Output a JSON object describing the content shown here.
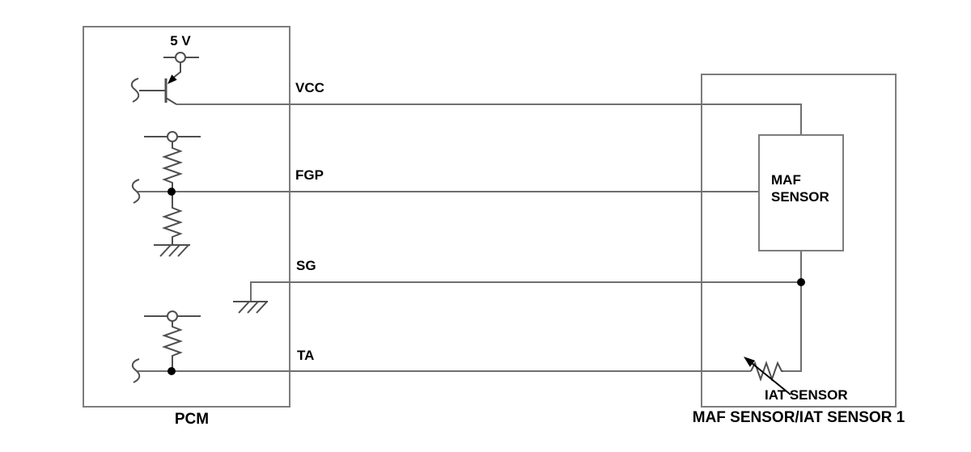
{
  "colors": {
    "background": "#ffffff",
    "box_stroke": "#7d7d7d",
    "wire": "#6f6f6f",
    "symbol": "#4f4f4f",
    "text": "#000000",
    "junction": "#000000"
  },
  "pcm": {
    "label": "PCM"
  },
  "sensor_module": {
    "label": "MAF SENSOR/IAT SENSOR 1"
  },
  "maf_sensor": {
    "line1": "MAF",
    "line2": "SENSOR"
  },
  "iat_sensor": {
    "label": "IAT SENSOR"
  },
  "power": {
    "label": "5 V"
  },
  "wires": {
    "vcc": {
      "label": "VCC"
    },
    "fgp": {
      "label": "FGP"
    },
    "sg": {
      "label": "SG"
    },
    "ta": {
      "label": "TA"
    }
  },
  "components": [
    {
      "name": "power-terminal",
      "type": "supply terminal 5 V"
    },
    {
      "name": "transistor",
      "type": "PNP transistor driving VCC"
    },
    {
      "name": "fgp-pullup-resistor",
      "type": "resistor"
    },
    {
      "name": "fgp-pulldown-resistor",
      "type": "resistor to ground"
    },
    {
      "name": "sg-ground",
      "type": "chassis ground"
    },
    {
      "name": "ta-pullup-resistor",
      "type": "resistor"
    },
    {
      "name": "iat-thermistor",
      "type": "variable resistor (thermistor)"
    }
  ]
}
